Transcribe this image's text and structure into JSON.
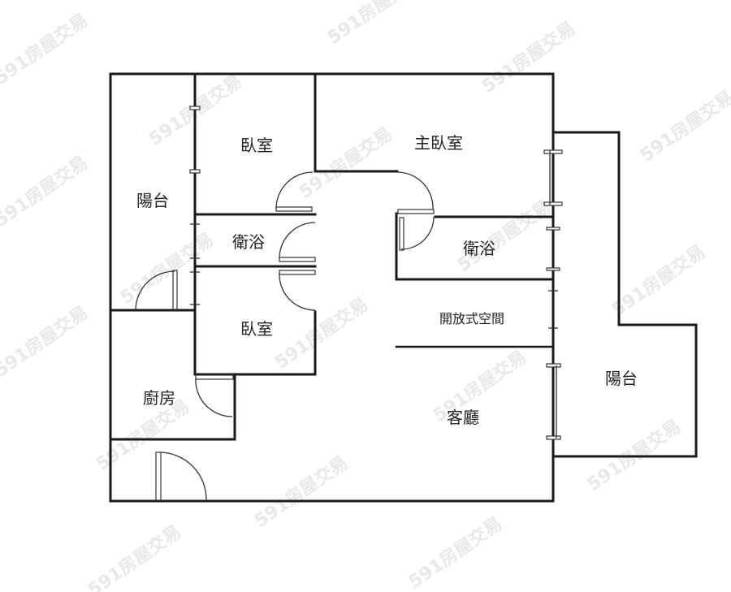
{
  "floorplan": {
    "rooms": [
      {
        "id": "balcony-west",
        "label": "陽台"
      },
      {
        "id": "bedroom-north",
        "label": "臥室"
      },
      {
        "id": "master-bedroom",
        "label": "主臥室"
      },
      {
        "id": "bathroom-west",
        "label": "衛浴"
      },
      {
        "id": "bathroom-east",
        "label": "衛浴"
      },
      {
        "id": "bedroom-south",
        "label": "臥室"
      },
      {
        "id": "open-space",
        "label": "開放式空間"
      },
      {
        "id": "kitchen",
        "label": "廚房"
      },
      {
        "id": "living-room",
        "label": "客廳"
      },
      {
        "id": "balcony-east",
        "label": "陽台"
      }
    ],
    "watermark": "591房屋交易"
  }
}
